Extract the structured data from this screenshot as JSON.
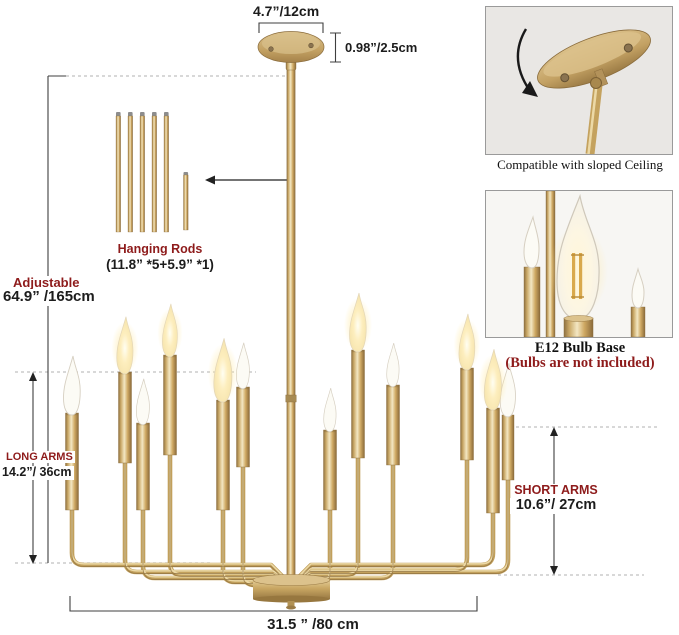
{
  "canopy": {
    "width_label": "4.7”/12cm",
    "height_label": "0.98”/2.5cm"
  },
  "sloped": {
    "caption": "Compatible with sloped Ceiling"
  },
  "rods": {
    "title": "Hanging Rods",
    "detail": "(11.8” *5+5.9” *1)"
  },
  "adjustable": {
    "label": "Adjustable",
    "value": "64.9” /165cm"
  },
  "long_arms": {
    "label": "LONG ARMS",
    "value": "14.2”/ 36cm"
  },
  "short_arms": {
    "label": "SHORT ARMS",
    "value": "10.6”/ 27cm"
  },
  "bulb": {
    "line1": "E12 Bulb Base",
    "line2": "(Bulbs are not included)"
  },
  "bottom": {
    "width_label": "31.5 ” /80 cm"
  },
  "colors": {
    "accent_red": "#8e1b1b",
    "gold_mid": "#c9a85f",
    "measure_line": "#3f3f3f"
  }
}
